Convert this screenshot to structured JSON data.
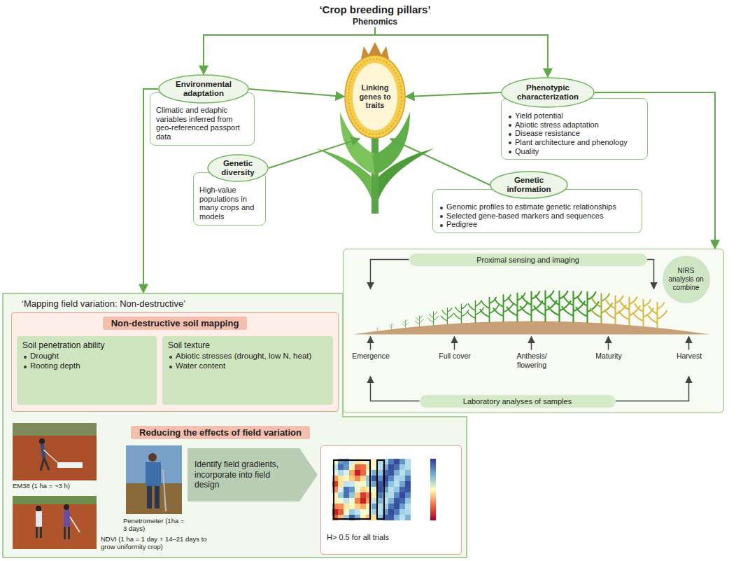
{
  "diagram": {
    "title": "‘Crop breeding pillars’",
    "nodes": [
      {
        "text": [
          "Phenomics"
        ]
      },
      {
        "text": [
          "Environmental adaptation"
        ]
      },
      {
        "text": [
          "Climatic and edaphic variables inferred from geo-referenced passport data"
        ]
      },
      {
        "text": [
          "Linking genes to traits"
        ]
      },
      {
        "text": [
          "Phenotypic characterization"
        ]
      },
      {
        "text": [
          "Yield potential",
          "Abiotic stress adaptation",
          "Disease resistance",
          "Plant architecture and phenology",
          "Quality"
        ]
      },
      {
        "text": [
          "Genetic diversity"
        ]
      },
      {
        "text": [
          "High-value populations in many crops and models"
        ]
      },
      {
        "text": [
          "Genetic information"
        ]
      },
      {
        "text": [
          "Genomic profiles to estimate genetic relationships",
          "Selected gene-based markers and sequences",
          "Pedigree"
        ]
      },
      {
        "text": [
          "‘Mapping field variation: Non-destructive’"
        ]
      },
      {
        "text": [
          "Non-destructive soil mapping"
        ],
        "in": 10
      },
      {
        "text": [
          "Soil penetration ability",
          "Drought",
          "Rooting depth"
        ],
        "in": 11
      },
      {
        "text": [
          "Soil texture",
          "Abiotic stresses (drought, low N, heat)",
          "Water content"
        ],
        "in": 11
      },
      {
        "text": [
          "Reducing the effects of field variation"
        ],
        "in": 10
      },
      {
        "text": [
          "Identify field gradients, incorporate into field design"
        ],
        "in": 10
      },
      {
        "text": [
          "H> 0.5 for all trials"
        ],
        "in": 10
      },
      {
        "text": []
      },
      {
        "text": [
          "Proximal sensing and imaging"
        ],
        "in": 17
      },
      {
        "text": [
          "NIRS analysis on combine"
        ],
        "in": 17
      },
      {
        "text": [
          "Laboratory analyses of samples"
        ],
        "in": 17
      }
    ],
    "edges": [
      {
        "from": 0,
        "to": 1,
        "arrow": "to"
      },
      {
        "from": 0,
        "to": 4,
        "arrow": "to"
      },
      {
        "from": 1,
        "to": 3,
        "arrow": "to"
      },
      {
        "from": 4,
        "to": 3,
        "arrow": "to"
      },
      {
        "from": 6,
        "to": 3,
        "arrow": "to"
      },
      {
        "from": 8,
        "to": 3,
        "arrow": "to"
      },
      {
        "from": 1,
        "to": 10,
        "arrow": "to"
      },
      {
        "from": 4,
        "to": 17,
        "arrow": "to"
      }
    ],
    "labels": [
      "EM38 (1 ha = ~3 h)",
      "Penetrometer (1ha = 3 days)",
      "NDVI (1 ha = 1 day + 14–21 days to grow uniformity crop)",
      "Emergence",
      "Full cover",
      "Anthesis/ flowering",
      "Maturity",
      "Harvest"
    ]
  }
}
